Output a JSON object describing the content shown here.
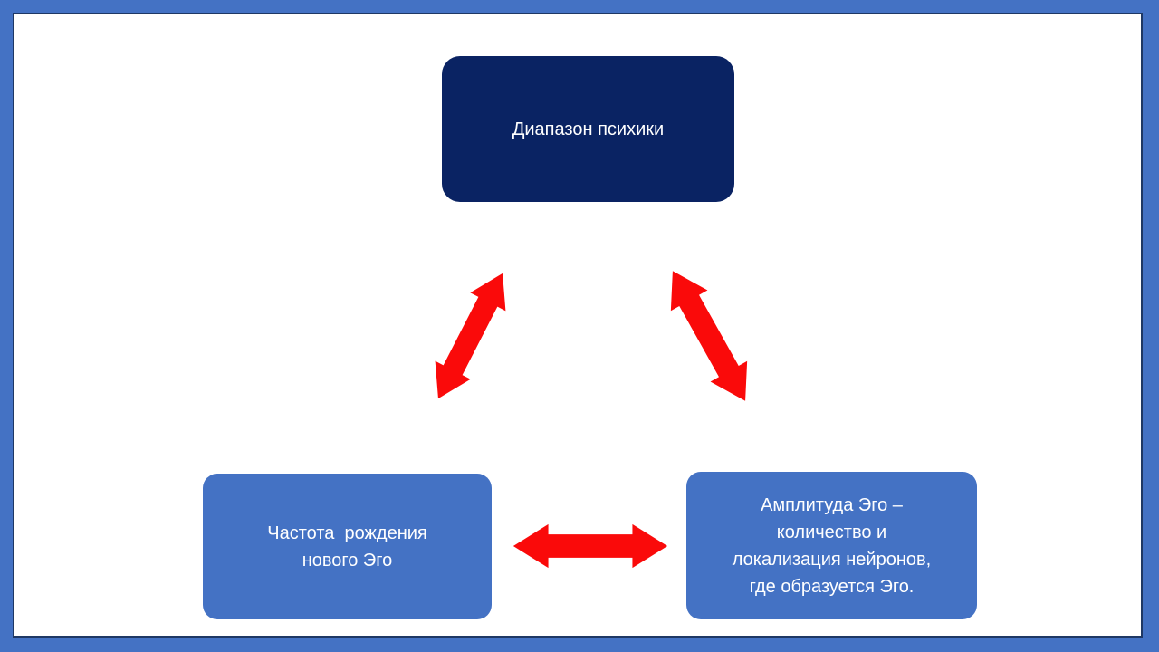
{
  "slide": {
    "type": "presentation-slide-diagram",
    "colors": {
      "frame_blue": "#4472C4",
      "frame_line": "#1F3864",
      "canvas_white": "#FFFFFF",
      "top_box_fill": "#0A2363",
      "bottom_box_fill": "#4472C4",
      "arrow_red": "#FA0A0A",
      "text_white": "#FFFFFF"
    },
    "nodes": {
      "top": {
        "label": "Диапазон психики"
      },
      "bottom_left": {
        "lines": [
          "Частота  рождения",
          "нового Эго"
        ]
      },
      "bottom_right": {
        "lines": [
          "Амплитуда Эго –",
          "количество и",
          "локализация нейронов,",
          "где образуется Эго."
        ]
      }
    },
    "arrows": [
      {
        "name": "double-arrow-top-to-bottom-left",
        "direction": "diagonal-left"
      },
      {
        "name": "double-arrow-top-to-bottom-right",
        "direction": "diagonal-right"
      },
      {
        "name": "double-arrow-bottom-left-to-bottom-right",
        "direction": "horizontal"
      }
    ]
  }
}
